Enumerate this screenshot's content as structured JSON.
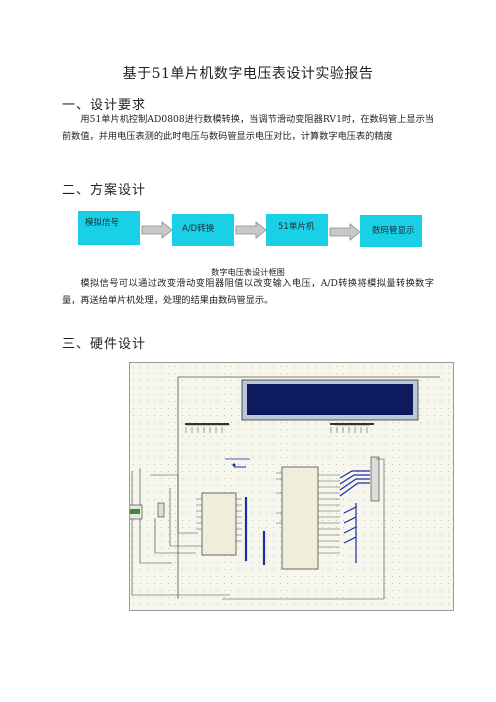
{
  "document": {
    "title": "基于51单片机数字电压表设计实验报告",
    "section1": {
      "heading": "一、设计要求",
      "paragraph": "用51单片机控制AD0808进行数模转换，当调节滑动变阻器RV1时，在数码管上显示当前数值，并用电压表测的此时电压与数码管显示电压对比，计算数字电压表的精度"
    },
    "section2": {
      "heading": "二、方案设计",
      "flow": [
        "模拟信号",
        "A/D转换",
        "51单片机",
        "数码管显示"
      ],
      "caption": "数字电压表设计框图",
      "paragraph": "模拟信号可以通过改变滑动变阻器阻值以改变输入电压，A/D转换将模拟量转换数字量，再送给单片机处理，处理的结果由数码管显示。"
    },
    "section3": {
      "heading": "三、硬件设计"
    }
  },
  "colors": {
    "flow_box": "#19d1e6",
    "lcd_screen": "#0d1a5e",
    "bus_wire": "#1a2ea8"
  }
}
